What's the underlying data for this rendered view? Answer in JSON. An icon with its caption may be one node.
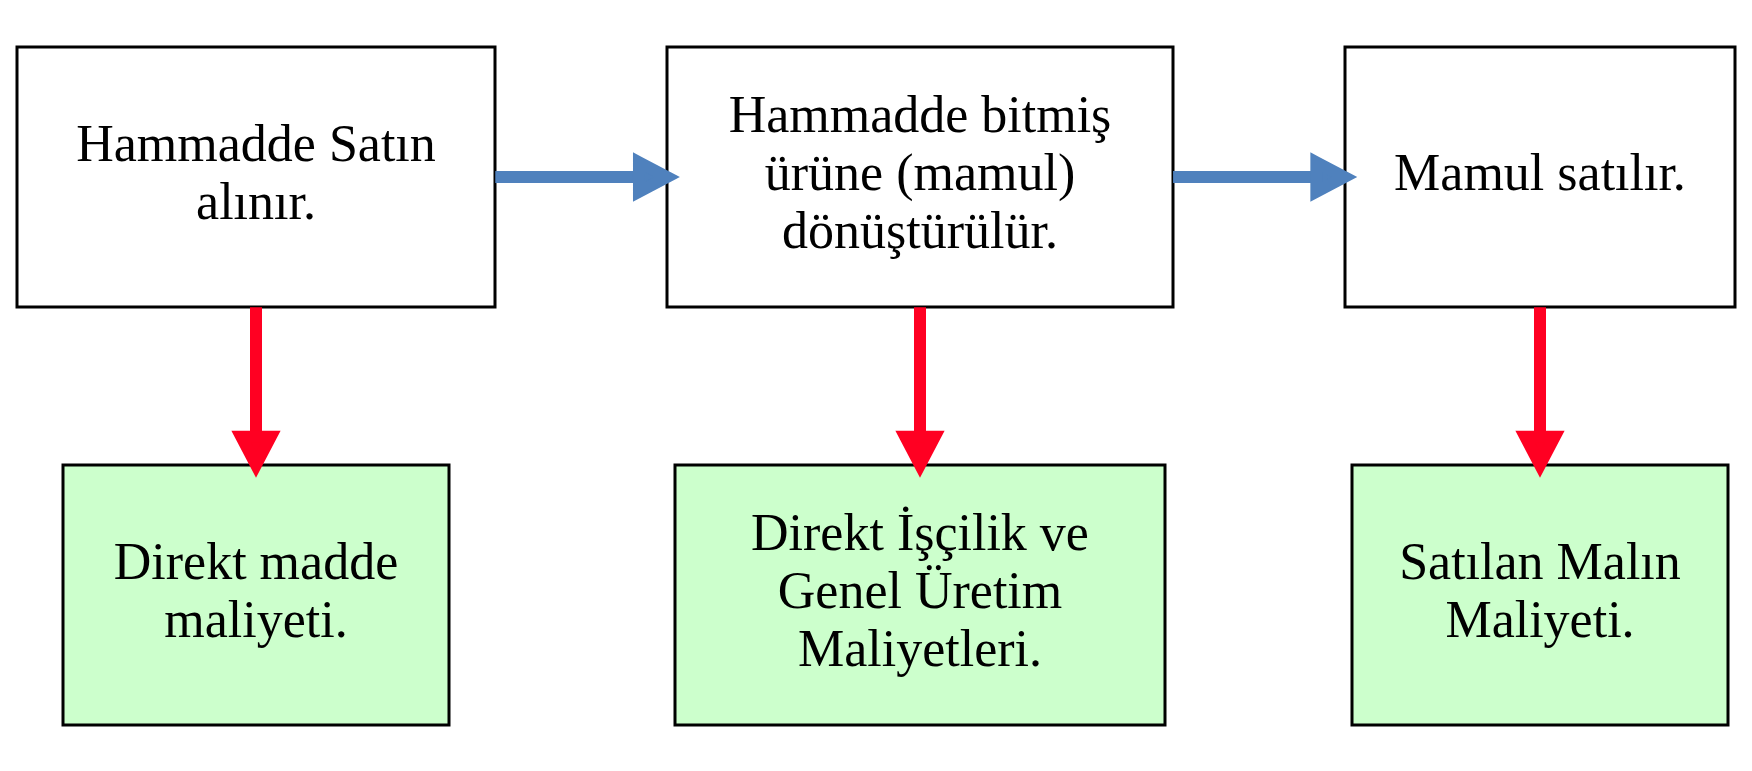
{
  "diagram": {
    "nodes": [
      {
        "text": [
          "Hammadde Satın alınır."
        ]
      },
      {
        "text": [
          "Hammadde bitmiş ürüne (mamul) dönüştürülür."
        ]
      },
      {
        "text": [
          "Mamul satılır."
        ]
      },
      {
        "text": [
          "Direkt madde maliyeti."
        ]
      },
      {
        "text": [
          "Direkt İşçilik ve Genel Üretim Maliyetleri."
        ]
      },
      {
        "text": [
          "Satılan Malın Maliyeti."
        ]
      }
    ],
    "edges": [
      {
        "from": 0,
        "to": 1,
        "arrow": "to",
        "color": "#4f81bd"
      },
      {
        "from": 1,
        "to": 2,
        "arrow": "to",
        "color": "#4f81bd"
      },
      {
        "from": 0,
        "to": 3,
        "arrow": "to"
      },
      {
        "from": 1,
        "to": 4,
        "arrow": "to"
      },
      {
        "from": 2,
        "to": 5,
        "arrow": "to"
      }
    ]
  }
}
